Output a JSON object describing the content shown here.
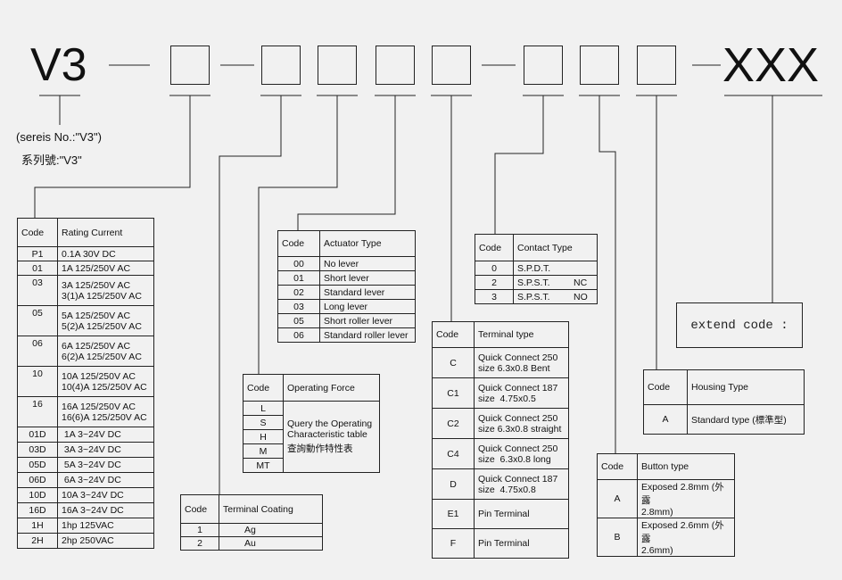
{
  "header": {
    "prefix": "V3",
    "suffix": "XXX",
    "series_note_en": "(sereis No.:\"V3\")",
    "series_note_zh": "系列號:\"V3\""
  },
  "rating_table": {
    "h_code": "Code",
    "h_value": "Rating Current",
    "rows": [
      {
        "code": "P1",
        "value": "0.1A 30V DC"
      },
      {
        "code": "01",
        "value": "1A 125/250V AC"
      },
      {
        "code": "03",
        "value": "3A 125/250V AC",
        "value2": "3(1)A 125/250V AC"
      },
      {
        "code": "05",
        "value": "5A 125/250V AC",
        "value2": "5(2)A 125/250V AC"
      },
      {
        "code": "06",
        "value": "6A 125/250V AC",
        "value2": "6(2)A 125/250V AC"
      },
      {
        "code": "10",
        "value": "10A 125/250V AC",
        "value2": "10(4)A 125/250V AC"
      },
      {
        "code": "16",
        "value": "16A 125/250V AC",
        "value2": "16(6)A 125/250V AC"
      },
      {
        "code": "01D",
        "value": " 1A 3~24V DC"
      },
      {
        "code": "03D",
        "value": " 3A 3~24V DC"
      },
      {
        "code": "05D",
        "value": " 5A 3~24V DC"
      },
      {
        "code": "06D",
        "value": " 6A 3~24V DC"
      },
      {
        "code": "10D",
        "value": "10A 3~24V DC"
      },
      {
        "code": "16D",
        "value": "16A 3~24V DC"
      },
      {
        "code": "1H",
        "value": "1hp 125VAC"
      },
      {
        "code": "2H",
        "value": "2hp 250VAC"
      }
    ]
  },
  "coating_table": {
    "h_code": "Code",
    "h_value": "Terminal Coating",
    "rows": [
      {
        "code": "1",
        "value": "Ag"
      },
      {
        "code": "2",
        "value": "Au"
      }
    ]
  },
  "force_table": {
    "h_code": "Code",
    "h_value": "Operating Force",
    "codes": [
      "L",
      "S",
      "H",
      "M",
      "MT"
    ],
    "desc1": "Query the Operating",
    "desc2": "Characteristic table",
    "desc3": "查詢動作特性表"
  },
  "actuator_table": {
    "h_code": "Code",
    "h_value": "Actuator Type",
    "rows": [
      {
        "code": "00",
        "value": "No lever"
      },
      {
        "code": "01",
        "value": "Short lever"
      },
      {
        "code": "02",
        "value": "Standard lever"
      },
      {
        "code": "03",
        "value": "Long lever"
      },
      {
        "code": "05",
        "value": "Short roller lever"
      },
      {
        "code": "06",
        "value": "Standard roller lever"
      }
    ]
  },
  "terminal_table": {
    "h_code": "Code",
    "h_value": "Terminal type",
    "rows": [
      {
        "code": "C",
        "value": "Quick Connect 250",
        "value2": "size 6.3x0.8 Bent"
      },
      {
        "code": "C1",
        "value": "Quick Connect 187",
        "value2": "size  4.75x0.5"
      },
      {
        "code": "C2",
        "value": "Quick Connect 250",
        "value2": "size 6.3x0.8 straight"
      },
      {
        "code": "C4",
        "value": "Quick Connect 250",
        "value2": "size  6.3x0.8 long"
      },
      {
        "code": "D",
        "value": "Quick Connect 187",
        "value2": "size  4.75x0.8"
      },
      {
        "code": "E1",
        "value": "Pin Terminal"
      },
      {
        "code": "F",
        "value": "Pin Terminal"
      }
    ]
  },
  "contact_table": {
    "h_code": "Code",
    "h_value": "Contact Type",
    "rows": [
      {
        "code": "0",
        "value": "S.P.D.T.",
        "extra": ""
      },
      {
        "code": "2",
        "value": "S.P.S.T.",
        "extra": "NC"
      },
      {
        "code": "3",
        "value": "S.P.S.T.",
        "extra": "NO"
      }
    ]
  },
  "button_table": {
    "h_code": "Code",
    "h_value": "Button type",
    "rows": [
      {
        "code": "A",
        "value": "Exposed 2.8mm (外露",
        "value2": "2.8mm)"
      },
      {
        "code": "B",
        "value": "Exposed 2.6mm (外露",
        "value2": "2.6mm)"
      }
    ]
  },
  "housing_table": {
    "h_code": "Code",
    "h_value": "Housing Type",
    "rows": [
      {
        "code": "A",
        "value": "Standard type (標準型)"
      }
    ]
  },
  "extend_box": {
    "label": "extend code :"
  }
}
